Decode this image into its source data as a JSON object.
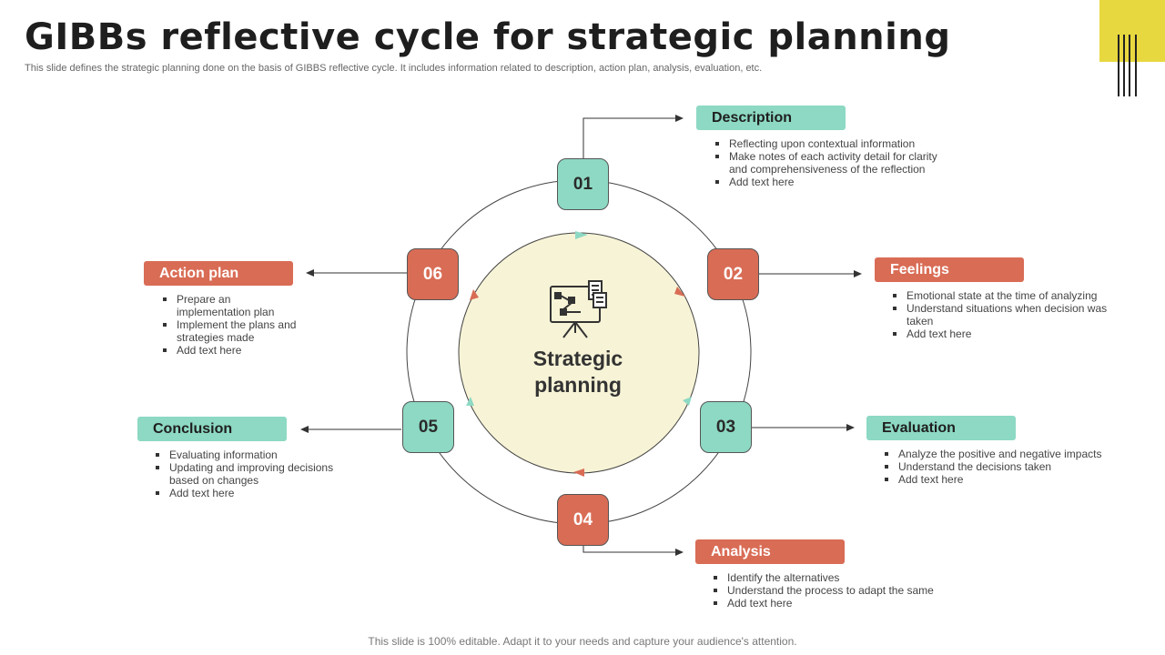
{
  "header": {
    "title": "GIBBs reflective cycle for strategic planning",
    "subtitle": "This slide defines the strategic planning done on the basis of GIBBS reflective cycle. It includes information related to description, action plan, analysis, evaluation, etc."
  },
  "footer": {
    "text": "This slide is 100% editable. Adapt it to your needs and capture your audience's attention."
  },
  "center": {
    "title": "Strategic planning",
    "icon": "presentation-board-icon"
  },
  "colors": {
    "teal": "#8dd9c3",
    "red": "#d96c55",
    "center_fill": "#f7f3d6",
    "accent_yellow": "#e8d83f"
  },
  "steps": [
    {
      "number": "01",
      "label": "Description",
      "color": "teal",
      "bullets": [
        "Reflecting upon contextual information",
        "Make notes of each activity  detail for clarity and comprehensiveness of the reflection",
        "Add text here"
      ]
    },
    {
      "number": "02",
      "label": "Feelings",
      "color": "red",
      "bullets": [
        "Emotional state at the time of analyzing",
        "Understand situations when decision was taken",
        "Add text here"
      ]
    },
    {
      "number": "03",
      "label": "Evaluation",
      "color": "teal",
      "bullets": [
        "Analyze  the positive and negative impacts",
        "Understand the decisions taken",
        "Add text here"
      ]
    },
    {
      "number": "04",
      "label": "Analysis",
      "color": "red",
      "bullets": [
        "Identify the alternatives",
        "Understand the process to adapt the same",
        "Add text here"
      ]
    },
    {
      "number": "05",
      "label": "Conclusion",
      "color": "teal",
      "bullets": [
        "Evaluating information",
        "Updating and improving decisions based on changes",
        "Add text here"
      ]
    },
    {
      "number": "06",
      "label": "Action plan",
      "color": "red",
      "bullets": [
        "Prepare an implementation plan",
        "Implement the plans and strategies made",
        "Add text here"
      ]
    }
  ]
}
